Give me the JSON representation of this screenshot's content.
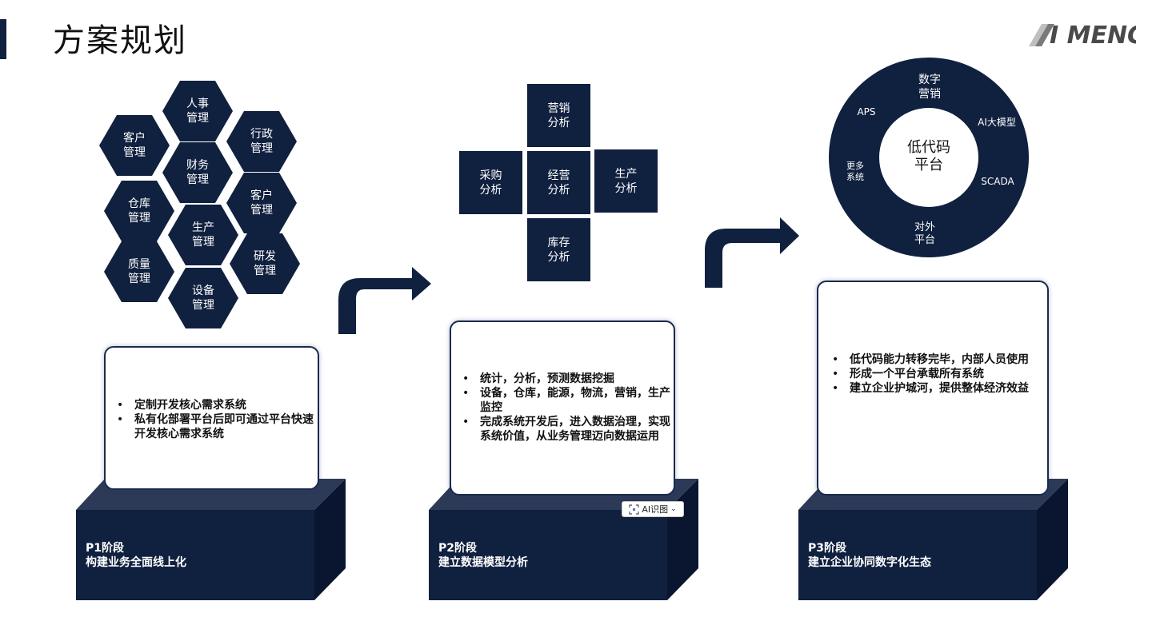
{
  "page": {
    "title": "方案规划",
    "logo_text": "XI MENG"
  },
  "p1": {
    "hexagons": [
      {
        "text": "人事管理"
      },
      {
        "text": "客户管理"
      },
      {
        "text": "行政管理"
      },
      {
        "text": "财务管理"
      },
      {
        "text": "仓库管理"
      },
      {
        "text": "客户管理"
      },
      {
        "text": "生产管理"
      },
      {
        "text": "质量管理"
      },
      {
        "text": "研发管理"
      },
      {
        "text": "设备管理"
      }
    ],
    "bullets": [
      "定制开发核心需求系统",
      "私有化部署平台后即可通过平台快速开发核心需求系统"
    ],
    "stage_title": "P1阶段",
    "stage_subtitle": "构建业务全面线上化"
  },
  "p2": {
    "tiles": {
      "top": "营销分析",
      "left": "采购分析",
      "center": "经营分析",
      "right": "生产分析",
      "bottom": "库存分析"
    },
    "bullets": [
      "统计，分析，预测数据挖掘",
      "设备，仓库，能源，物流，营销，生产监控",
      "完成系统开发后，进入数据治理，实现系统价值，从业务管理迈向数据运用"
    ],
    "stage_title": "P2阶段",
    "stage_subtitle": "建立数据模型分析"
  },
  "p3": {
    "center": "低代码平台",
    "ring_items": [
      "数字营销",
      "AI大模型",
      "SCADA",
      "对外平台",
      "更多系统",
      "APS"
    ],
    "bullets": [
      "低代码能力转移完毕，内部人员使用",
      "形成一个平台承载所有系统",
      "建立企业护城河，提供整体经济效益"
    ],
    "stage_title": "P3阶段",
    "stage_subtitle": "建立企业协同数字化生态"
  },
  "overlay": {
    "ai_badge": "AI识图"
  },
  "colors": {
    "navy": "#10203f",
    "block_front": "#10203f",
    "block_top": "#2c3a57",
    "block_side": "#0a1630"
  }
}
